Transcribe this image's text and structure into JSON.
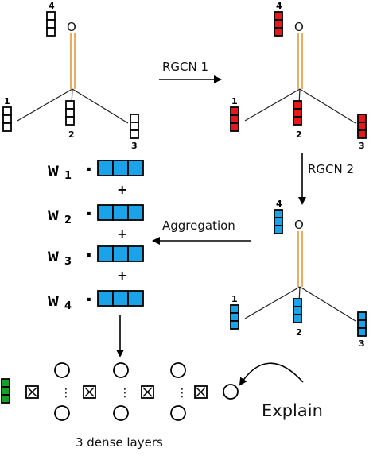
{
  "colors": {
    "bond_double": "#e0902e",
    "bond_single": "#222222",
    "vec_blank": "#ffffff",
    "vec_red": "#e3191c",
    "vec_blue": "#1aa3e8",
    "vec_green": "#1a9e2a",
    "stroke": "#000000"
  },
  "molecule": {
    "oxygen_label": "O",
    "node_labels": [
      "1",
      "2",
      "3",
      "4"
    ]
  },
  "steps": {
    "rgcn1": "RGCN 1",
    "rgcn2": "RGCN 2",
    "aggregation": "Aggregation",
    "explain": "Explain"
  },
  "weights": {
    "symbol": "w",
    "subscripts": [
      "1",
      "2",
      "3",
      "4"
    ],
    "operator": "·",
    "plus": "+"
  },
  "network": {
    "caption": "3 dense layers",
    "ellipsis": "⋮"
  }
}
